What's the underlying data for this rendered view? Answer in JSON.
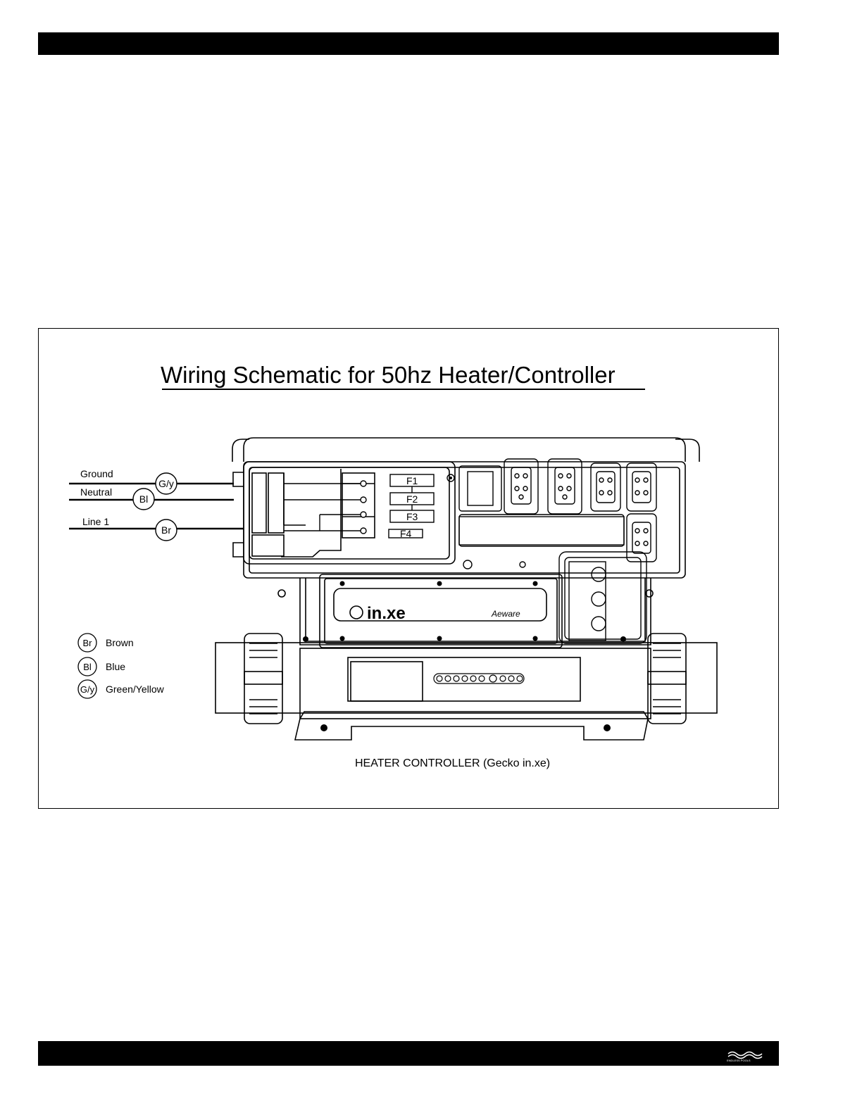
{
  "diagram": {
    "title": "Wiring Schematic for 50hz Heater/Controller",
    "caption": "HEATER CONTROLLER (Gecko in.xe)",
    "lines": [
      {
        "label": "Ground",
        "code": "G/y"
      },
      {
        "label": "Neutral",
        "code": "Bl"
      },
      {
        "label": "Line 1",
        "code": "Br"
      }
    ],
    "fuses": [
      "F1",
      "F2",
      "F3",
      "F4"
    ],
    "brand_label": "in.xe",
    "brand_script": "Aeware",
    "legend": [
      {
        "code": "Br",
        "name": "Brown"
      },
      {
        "code": "Bl",
        "name": "Blue"
      },
      {
        "code": "G/y",
        "name": "Green/Yellow"
      }
    ]
  },
  "footer": {
    "logo_text": "ENDLESS POOLS"
  }
}
